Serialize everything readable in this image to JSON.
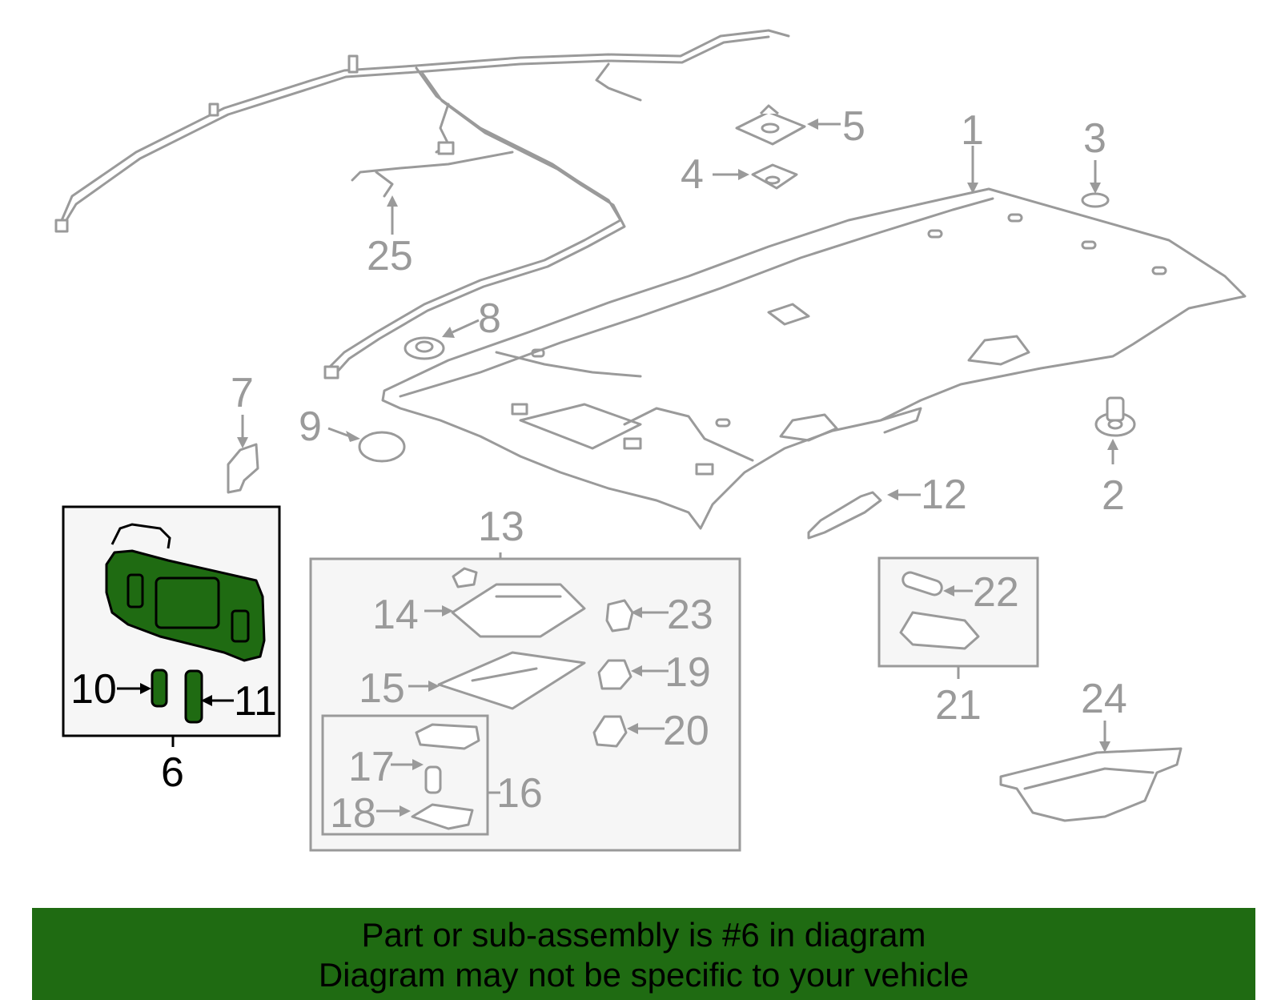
{
  "colors": {
    "highlight_fill": "#1f6b12",
    "part_stroke": "#9a9a9a",
    "highlight_stroke": "#000000",
    "box_background": "#f6f6f6"
  },
  "callouts": {
    "c1": "1",
    "c2": "2",
    "c3": "3",
    "c4": "4",
    "c5": "5",
    "c6": "6",
    "c7": "7",
    "c8": "8",
    "c9": "9",
    "c10": "10",
    "c11": "11",
    "c12": "12",
    "c13": "13",
    "c14": "14",
    "c15": "15",
    "c16": "16",
    "c17": "17",
    "c18": "18",
    "c19": "19",
    "c20": "20",
    "c21": "21",
    "c22": "22",
    "c23": "23",
    "c24": "24",
    "c25": "25"
  },
  "footer": {
    "line1": "Part or sub-assembly is #6 in diagram",
    "line2": "Diagram may not be specific to your vehicle"
  }
}
